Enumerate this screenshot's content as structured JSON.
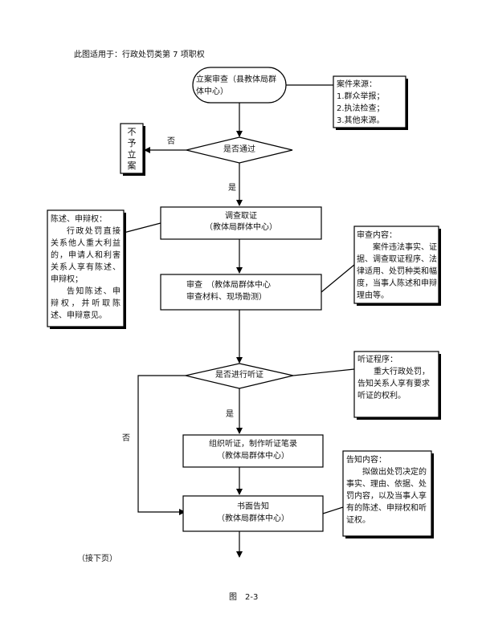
{
  "header": "此图适用于：行政处罚类第 7 项职权",
  "start_node": "立案审查（县教体局群体中心）",
  "case_source": {
    "title": "案件来源：",
    "items": [
      "1.群众举报；",
      "2.执法检查；",
      "3.其他来源。"
    ]
  },
  "not_filed": "不予立案",
  "decision1": "是否通过",
  "no1": "否",
  "yes1": "是",
  "investigate": {
    "line1": "调查取证",
    "line2": "（教体局群体中心）"
  },
  "defense_note": {
    "title": "陈述、申辩权：",
    "para1": "行政处罚直接关系他人重大利益的，申请人和利害关系人享有陈述、申辩权；",
    "para2": "告知陈述、申辩权，并听取陈述、申辩意见。"
  },
  "review_note": {
    "title": "审查内容：",
    "para": "案件违法事实、证据、调查取证程序、法律适用、处罚种类和幅度，当事人陈述和申辩理由等。"
  },
  "review": {
    "line1": "审查　（教体局群体中心",
    "line2": "审查材料、现场勘测）"
  },
  "decision2": "是否进行听证",
  "hearing_note": {
    "title": "听证程序：",
    "para": "重大行政处罚，告知关系人享有要求听证的权利。"
  },
  "no2": "否",
  "yes2": "是",
  "hearing": {
    "line1": "组织听证，制作听证笔录",
    "line2": "（教体局群体中心）"
  },
  "notify_note": {
    "title": "告知内容：",
    "para": "拟做出处罚决定的事实、理由、依据、处罚内容，以及当事人享有的陈述、申辩权和听证权。"
  },
  "notify": {
    "line1": "书面告知",
    "line2": "（教体局群体中心）"
  },
  "continued": "（接下页）",
  "figure_label": "图　2-3"
}
